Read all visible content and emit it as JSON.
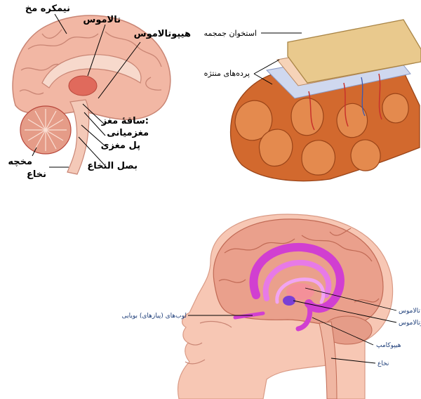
{
  "panel_brain_sagittal": {
    "labels": {
      "cerebral_hemisphere": "نیمکره مخ",
      "thalamus": "تالاموس",
      "hypothalamus": "هیپوتالاموس",
      "brainstem": "ساقهٔ مغز:",
      "midbrain": "مغزمیانی",
      "pons": "پل مغزی",
      "medulla": "بصل النخاع",
      "spinal_cord": "نخاع",
      "cerebellum": "مخچه"
    }
  },
  "panel_meninges": {
    "labels": {
      "skull": "استخوان جمجمه",
      "meninges": "پرده‌های منتژه"
    }
  },
  "panel_limbic": {
    "labels": {
      "olfactory_bulbs": "لوب‌های (پیازهای) بویایی",
      "thalamus": "تالاموس",
      "hypothalamus": "هیپوتالاموس",
      "hippocampus": "هیپوکامپ",
      "spinal_cord": "نخاع"
    }
  },
  "colors": {
    "brain_pink": "#f2b7a4",
    "brain_dark": "#d98b76",
    "thalamus_red": "#e06a5c",
    "limbic_magenta": "#d13fd1",
    "skull_tan": "#e9c98d",
    "cortex_orange": "#d2692e",
    "label_blue": "#1f3f7a"
  }
}
